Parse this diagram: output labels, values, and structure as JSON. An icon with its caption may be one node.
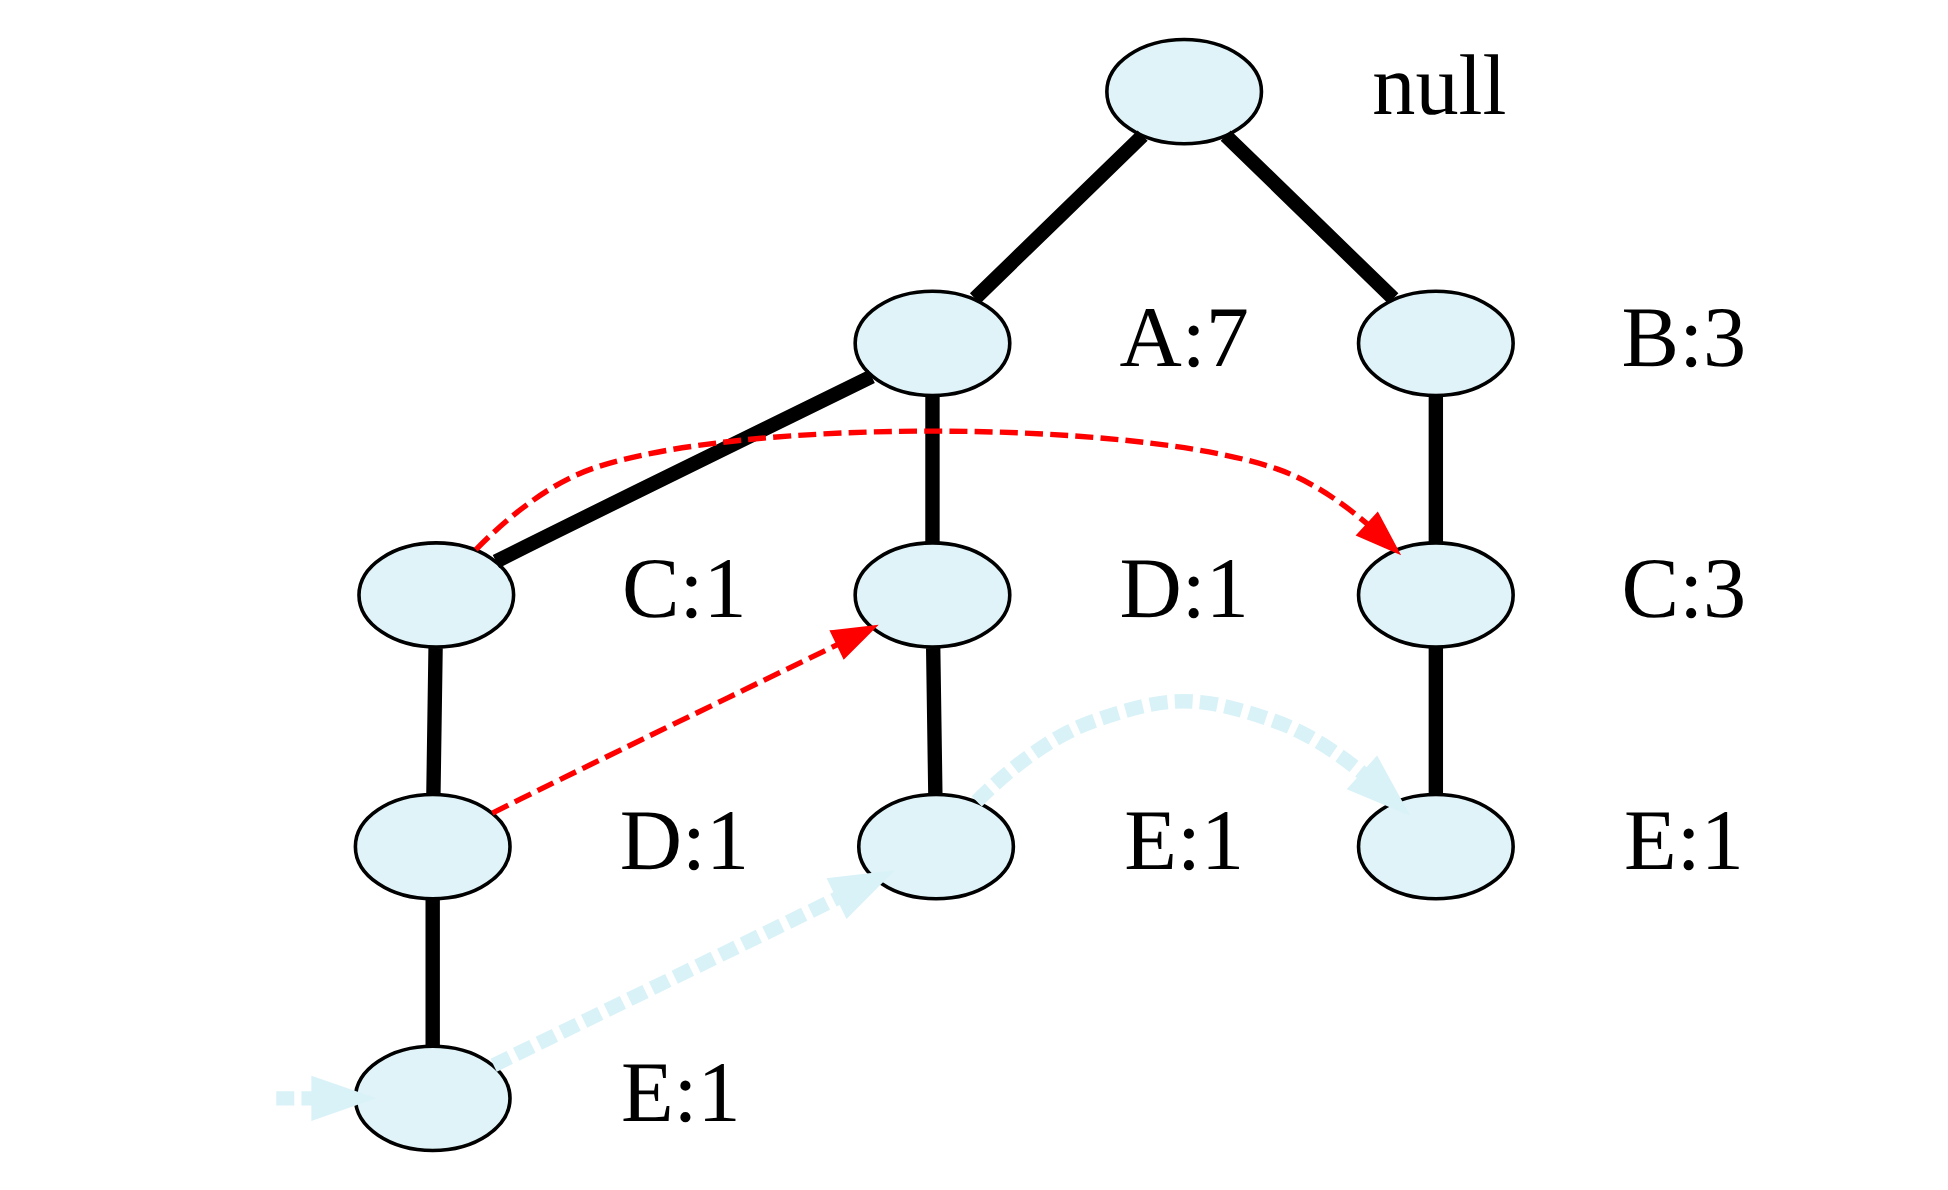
{
  "diagram": {
    "nodes": [
      {
        "text": [],
        "shape": "ellipse",
        "beside": [
          "null"
        ]
      },
      {
        "text": [],
        "shape": "ellipse",
        "beside": [
          "A:7"
        ]
      },
      {
        "text": [],
        "shape": "ellipse",
        "beside": [
          "B:3"
        ]
      },
      {
        "text": [],
        "shape": "ellipse",
        "beside": [
          "C:1"
        ]
      },
      {
        "text": [],
        "shape": "ellipse",
        "beside": [
          "D:1"
        ]
      },
      {
        "text": [],
        "shape": "ellipse",
        "beside": [
          "C:3"
        ]
      },
      {
        "text": [],
        "shape": "ellipse",
        "beside": [
          "D:1"
        ]
      },
      {
        "text": [],
        "shape": "ellipse",
        "beside": [
          "E:1"
        ]
      },
      {
        "text": [],
        "shape": "ellipse",
        "beside": [
          "E:1"
        ]
      },
      {
        "text": [],
        "shape": "ellipse",
        "beside": [
          "E:1"
        ]
      }
    ],
    "edges": [
      {
        "from": 0,
        "to": 1,
        "arrow": "none"
      },
      {
        "from": 0,
        "to": 2,
        "arrow": "none"
      },
      {
        "from": 1,
        "to": 3,
        "arrow": "none"
      },
      {
        "from": 1,
        "to": 4,
        "arrow": "none"
      },
      {
        "from": 2,
        "to": 5,
        "arrow": "none"
      },
      {
        "from": 3,
        "to": 6,
        "arrow": "none"
      },
      {
        "from": 4,
        "to": 7,
        "arrow": "none"
      },
      {
        "from": 5,
        "to": 8,
        "arrow": "none"
      },
      {
        "from": 6,
        "to": 9,
        "arrow": "none"
      },
      {
        "from": 3,
        "to": 5,
        "arrow": "to",
        "style": "dashed",
        "color": "#ff0000"
      },
      {
        "from": 6,
        "to": 4,
        "arrow": "to",
        "style": "dashed",
        "color": "#ff0000"
      },
      {
        "from": null,
        "to": 9,
        "arrow": "to",
        "style": "dashed",
        "color": "#d9f2f8"
      },
      {
        "from": 9,
        "to": 7,
        "arrow": "to",
        "style": "dashed",
        "color": "#d9f2f8"
      },
      {
        "from": 7,
        "to": 8,
        "arrow": "to",
        "style": "dashed",
        "color": "#d9f2f8"
      }
    ]
  }
}
